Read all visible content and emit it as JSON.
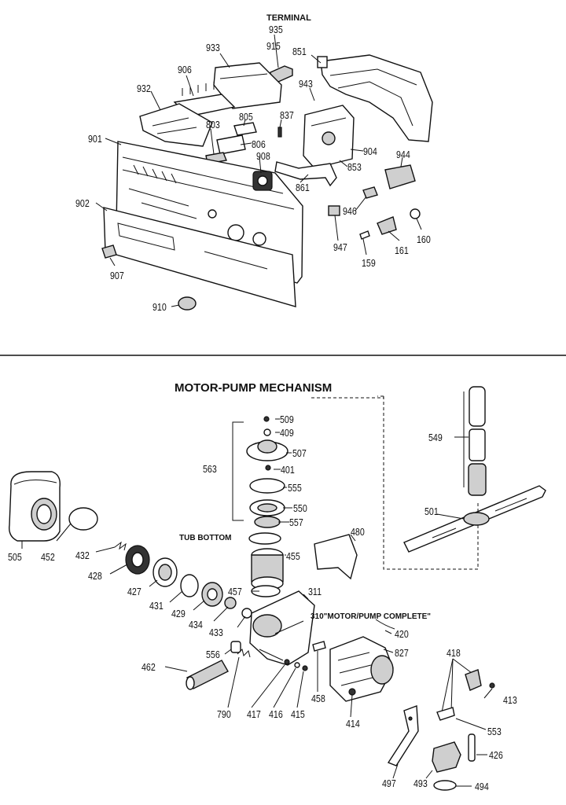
{
  "headings": {
    "terminal": "TERMINAL",
    "motor_pump_mechanism": "MOTOR-PUMP MECHANISM",
    "tub_bottom": "TUB BOTTOM",
    "motor_pump_complete": "310\"MOTOR/PUMP COMPLETE\""
  },
  "control_panel_callouts": [
    "935",
    "915",
    "851",
    "933",
    "906",
    "943",
    "932",
    "837",
    "805",
    "803",
    "901",
    "806",
    "908",
    "904",
    "944",
    "853",
    "861",
    "902",
    "946",
    "947",
    "160",
    "161",
    "159",
    "907",
    "910"
  ],
  "motor_pump_callouts": [
    "509",
    "409",
    "507",
    "563",
    "401",
    "555",
    "549",
    "550",
    "557",
    "501",
    "480",
    "505",
    "452",
    "432",
    "455",
    "428",
    "427",
    "457",
    "311",
    "431",
    "429",
    "434",
    "433",
    "420",
    "827",
    "556",
    "418",
    "462",
    "413",
    "790",
    "417",
    "416",
    "415",
    "458",
    "414",
    "553",
    "426",
    "497",
    "493",
    "494"
  ]
}
